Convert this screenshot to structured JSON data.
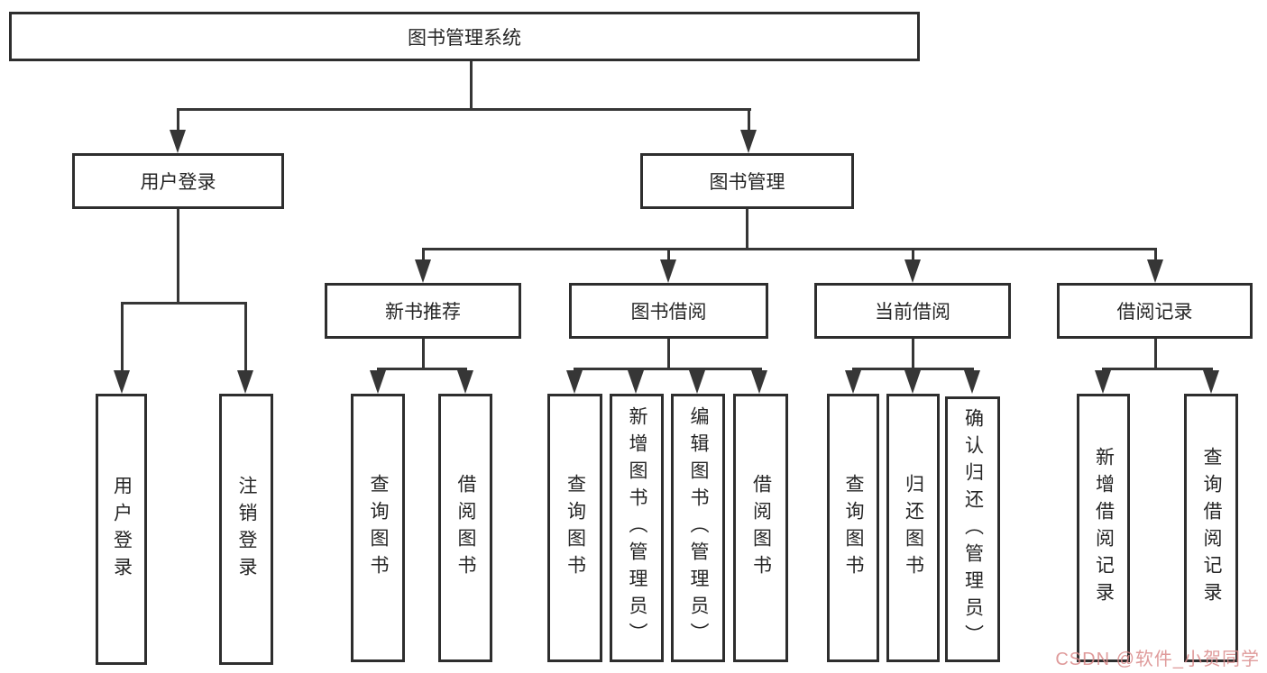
{
  "diagram": {
    "title": "图书管理系统",
    "level2": [
      {
        "label": "用户登录"
      },
      {
        "label": "图书管理"
      }
    ],
    "level3": [
      {
        "label": "新书推荐"
      },
      {
        "label": "图书借阅"
      },
      {
        "label": "当前借阅"
      },
      {
        "label": "借阅记录"
      }
    ],
    "leaves": {
      "user_login": [
        {
          "label": "用户登录"
        },
        {
          "label": "注销登录"
        }
      ],
      "new_book": [
        {
          "label": "查询图书"
        },
        {
          "label": "借阅图书"
        }
      ],
      "book_borrow": [
        {
          "label": "查询图书"
        },
        {
          "label": "新增图书（管理员）"
        },
        {
          "label": "编辑图书（管理员）"
        },
        {
          "label": "借阅图书"
        }
      ],
      "current_borrow": [
        {
          "label": "查询图书"
        },
        {
          "label": "归还图书"
        },
        {
          "label": "确认归还（管理员）"
        }
      ],
      "borrow_record": [
        {
          "label": "新增借阅记录"
        },
        {
          "label": "查询借阅记录"
        }
      ]
    },
    "watermark": "CSDN @软件_小贺同学",
    "colors": {
      "line": "#363636",
      "border": "#2e2e2e",
      "watermark": "#d98a8a",
      "background": "#ffffff"
    }
  }
}
